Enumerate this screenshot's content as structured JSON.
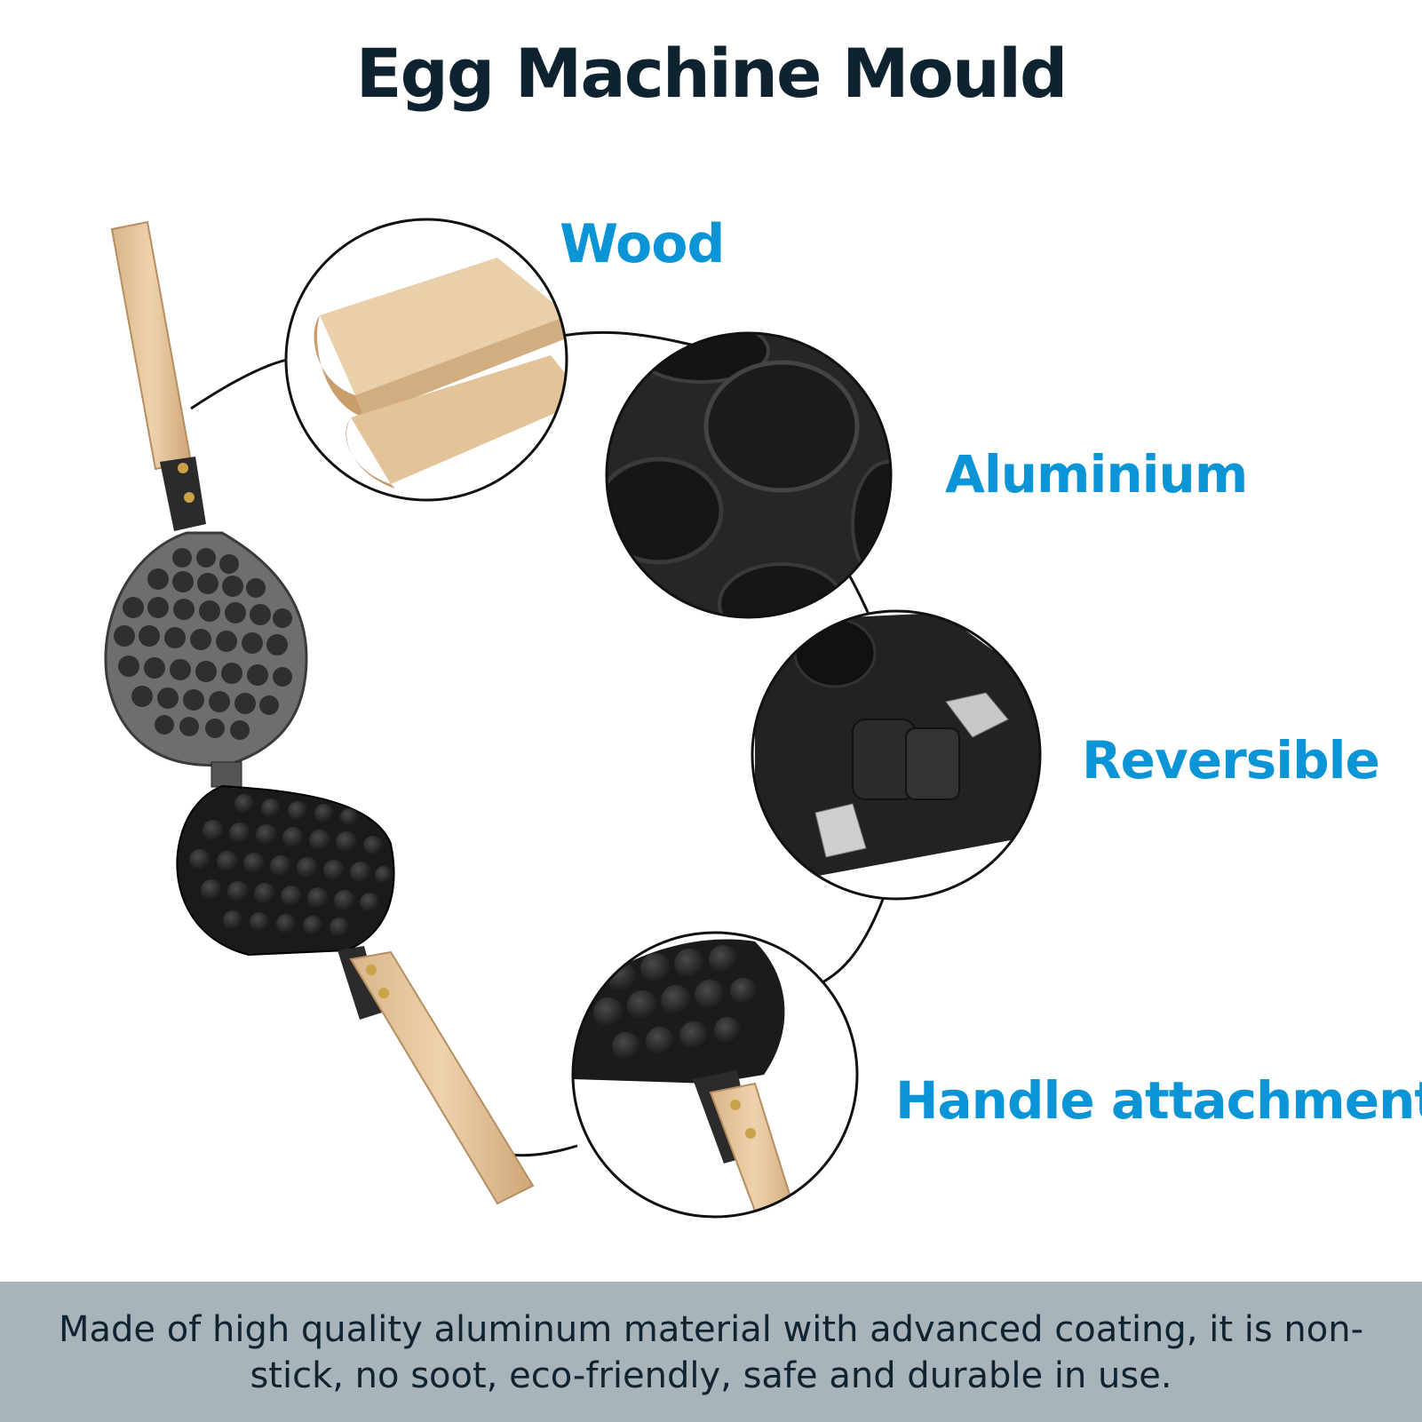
{
  "title": "Egg Machine Mould",
  "callouts": [
    {
      "label": "Wood",
      "icon": "wood-handle-closeup"
    },
    {
      "label": "Aluminium",
      "icon": "aluminium-plate-closeup"
    },
    {
      "label": "Reversible",
      "icon": "hinge-closeup"
    },
    {
      "label": "Handle attachment",
      "icon": "handle-attachment-closeup"
    }
  ],
  "description": "Made of high quality aluminum material with advanced coating, it is non-stick, no soot, eco-friendly, safe and durable in use.",
  "colors": {
    "title": "#0e2230",
    "accent": "#0b94d6",
    "footer_bg": "#a8b3ba",
    "footer_text": "#0f2330",
    "wood": "#e2c29a",
    "metal": "#2a2a2a"
  }
}
